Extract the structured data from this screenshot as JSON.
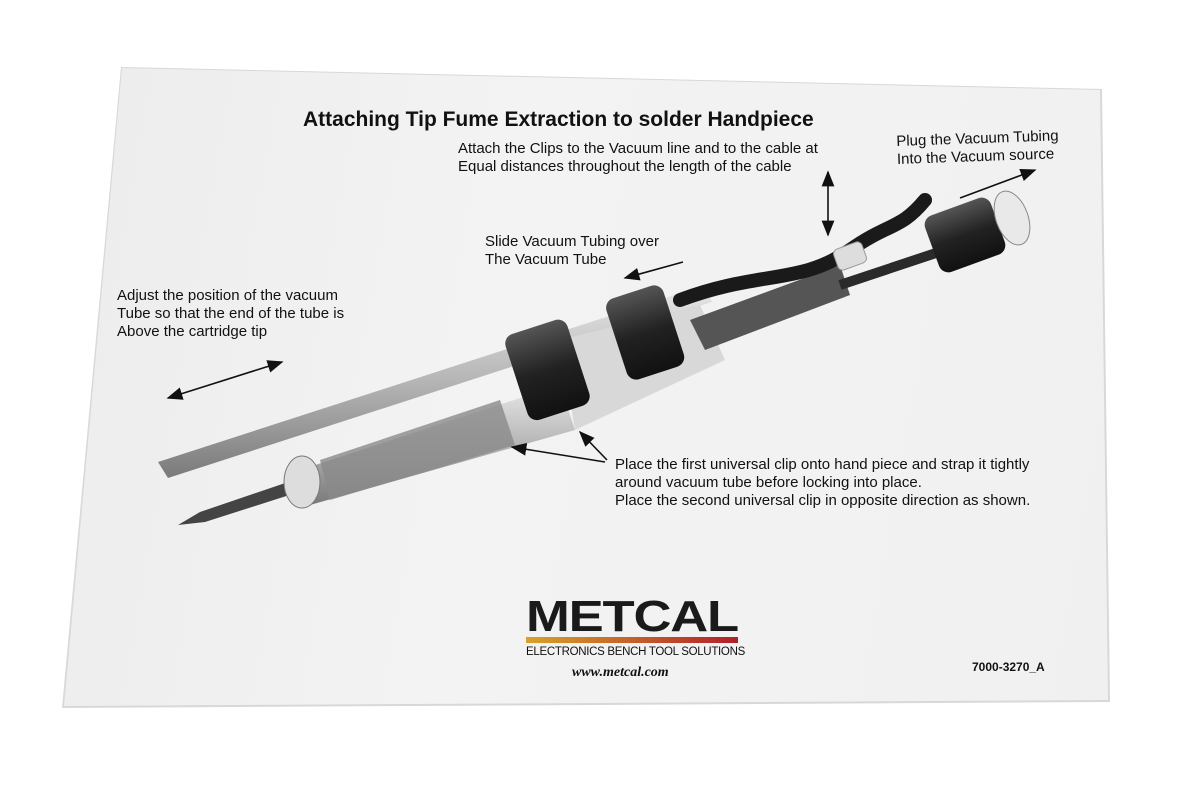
{
  "document": {
    "title": "Attaching Tip Fume Extraction to solder Handpiece",
    "annotations": {
      "clips": [
        "Attach the Clips to the Vacuum line and to the cable at",
        "Equal distances throughout the length of the cable"
      ],
      "plug": [
        "Plug the Vacuum Tubing",
        "Into the Vacuum source"
      ],
      "slide": [
        "Slide Vacuum Tubing over",
        "The Vacuum Tube"
      ],
      "adjust": [
        "Adjust the position of the vacuum",
        "Tube so that the end of the tube is",
        "Above the cartridge tip"
      ],
      "place": [
        "Place the first universal clip onto hand piece and strap it tightly",
        "around vacuum tube before locking into place.",
        "Place the second universal clip in opposite direction as shown."
      ]
    },
    "logo": {
      "brand": "METCAL",
      "tagline": "ELECTRONICS BENCH TOOL SOLUTIONS",
      "url": "www.metcal.com"
    },
    "part_number": "7000-3270_A"
  }
}
